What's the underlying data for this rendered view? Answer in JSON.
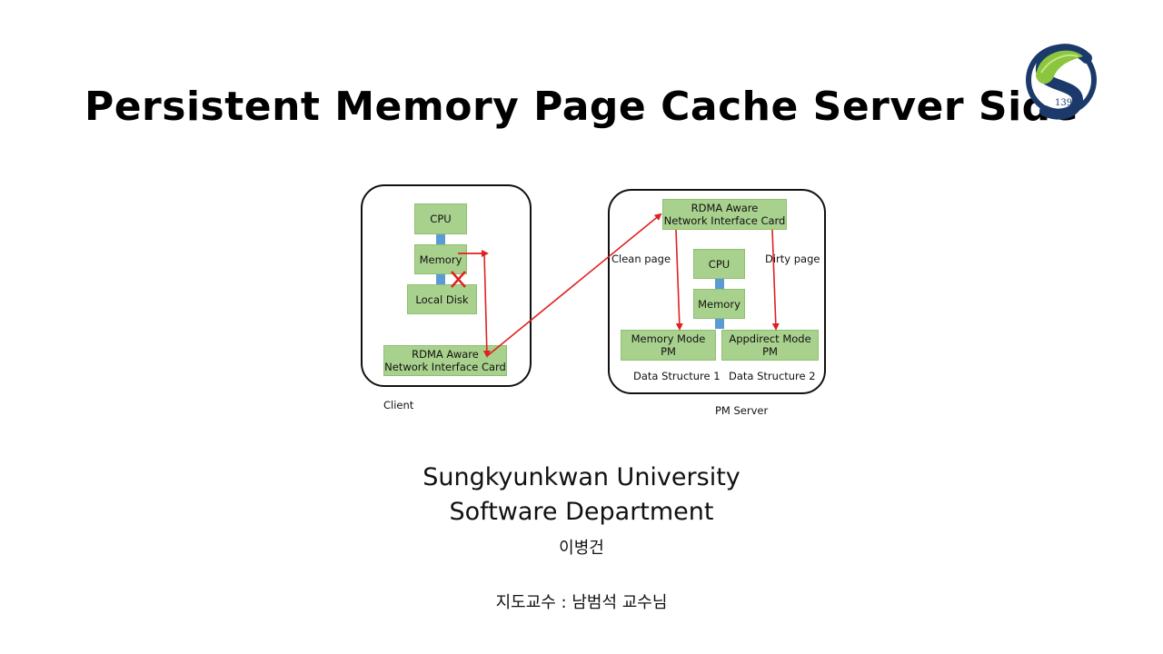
{
  "slide": {
    "title": "Persistent Memory Page Cache Server Side",
    "logo_text": "1398"
  },
  "diagram": {
    "client": {
      "caption": "Client",
      "cpu": "CPU",
      "memory": "Memory",
      "local_disk": "Local Disk",
      "nic": "RDMA Aware\nNetwork Interface Card"
    },
    "server": {
      "caption": "PM Server",
      "nic": "RDMA Aware\nNetwork Interface Card",
      "cpu": "CPU",
      "memory": "Memory",
      "memory_mode_pm": "Memory Mode\nPM",
      "appdirect_mode_pm": "Appdirect Mode\nPM",
      "clean_page": "Clean page",
      "dirty_page": "Dirty page",
      "ds1": "Data Structure 1",
      "ds2": "Data Structure 2"
    },
    "colors": {
      "box": "#a9d18e",
      "bus": "#5b9bd5",
      "arrow": "#e02020"
    }
  },
  "footer": {
    "university": "Sungkyunkwan University",
    "department": "Software Department",
    "student": "이병건",
    "advisor": "지도교수 : 남범석 교수님"
  }
}
